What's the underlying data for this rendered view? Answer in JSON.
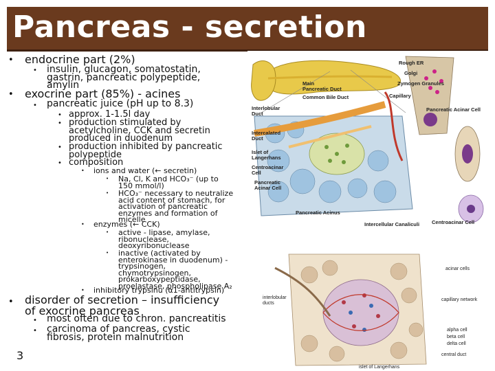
{
  "title": "Pancreas - secretion",
  "slide_number": "3",
  "bullets": {
    "endocrine": "endocrine part (2%)",
    "endocrine_sub": [
      "insulin, glucagon, somatostatin,",
      "gastrin, pancreatic polypeptide,",
      "amylin"
    ],
    "exocrine": "exocrine part (85%) - acines",
    "juice": "pancreatic juice (pH up to 8.3)",
    "approx": "approx. 1-1.5l day",
    "stimulated": [
      "production stimulated by",
      "acetylcholine, CCK and secretin",
      "produced in duodenum"
    ],
    "inhibited": [
      "production inhibited by pancreatic",
      "polypeptide"
    ],
    "composition": "composition",
    "ions": "ions and water (← secretin)",
    "na": [
      "Na, Cl, K and HCO₃⁻ (up to",
      "150 mmol/l)"
    ],
    "hco3": [
      "HCO₃⁻ necessary to neutralize",
      "acid content of stomach, for",
      "activation of pancreatic",
      "enzymes and formation of",
      "micelle"
    ],
    "enzymes": "enzymes (← CCK)",
    "active": [
      "active - lipase, amylase,",
      "ribonuclease,",
      "deoxyribonuclease"
    ],
    "inactive": [
      "inactive (activated by",
      "enterokinase in duodenum) -",
      "trypsinogen,",
      "chymotrypsinogen,",
      "prokarboxypeptidase,",
      "proelastase, phospholipase A₂"
    ],
    "inhibitory": "inhibitory trypsinu (α1-antitrypsin)",
    "disorder": [
      "disorder of secretion – insufficiency",
      "of exocrine pancreas"
    ],
    "chronic": "most often due to chron. pancreatitis",
    "carcinoma": [
      "carcinoma of pancreas, cystic",
      "fibrosis, protein malnutrition"
    ]
  },
  "figure_top": {
    "labels": {
      "rough_er": "Rough ER",
      "golgi": "Golgi",
      "zymogen": "Zymogen Granules",
      "main_duct": "Main Pancreatic Duct",
      "bile_duct": "Common Bile Duct",
      "capillary": "Capillary",
      "interlobular": "Interlobular Duct",
      "acinar_cell": "Pancreatic Acinar Cell",
      "intercalated": "Intercalated Duct",
      "islet": "Islet of Langerhans",
      "centroacinar": "Centroacinar Cell",
      "pancreatic_acinar": "Pancreatic Acinar Cell",
      "acinus": "Pancreatic Acinus",
      "canaliculi": "Intercellular Canaliculi",
      "centroacinar_cell": "Centroacinar Cell"
    }
  },
  "figure_bottom": {
    "labels": {
      "interlobular": "interlobular ducts",
      "acinar": "acinar cells",
      "capillary": "capillary network",
      "alpha": "alpha cell",
      "beta": "beta cell",
      "delta": "delta cell",
      "central": "central duct",
      "islet": "islet of Langerhans"
    }
  }
}
